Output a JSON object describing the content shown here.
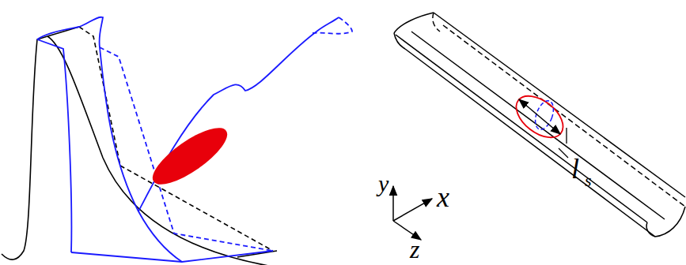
{
  "diagram": {
    "labels": [
      "l",
      "s",
      "y",
      "x",
      "z"
    ]
  }
}
